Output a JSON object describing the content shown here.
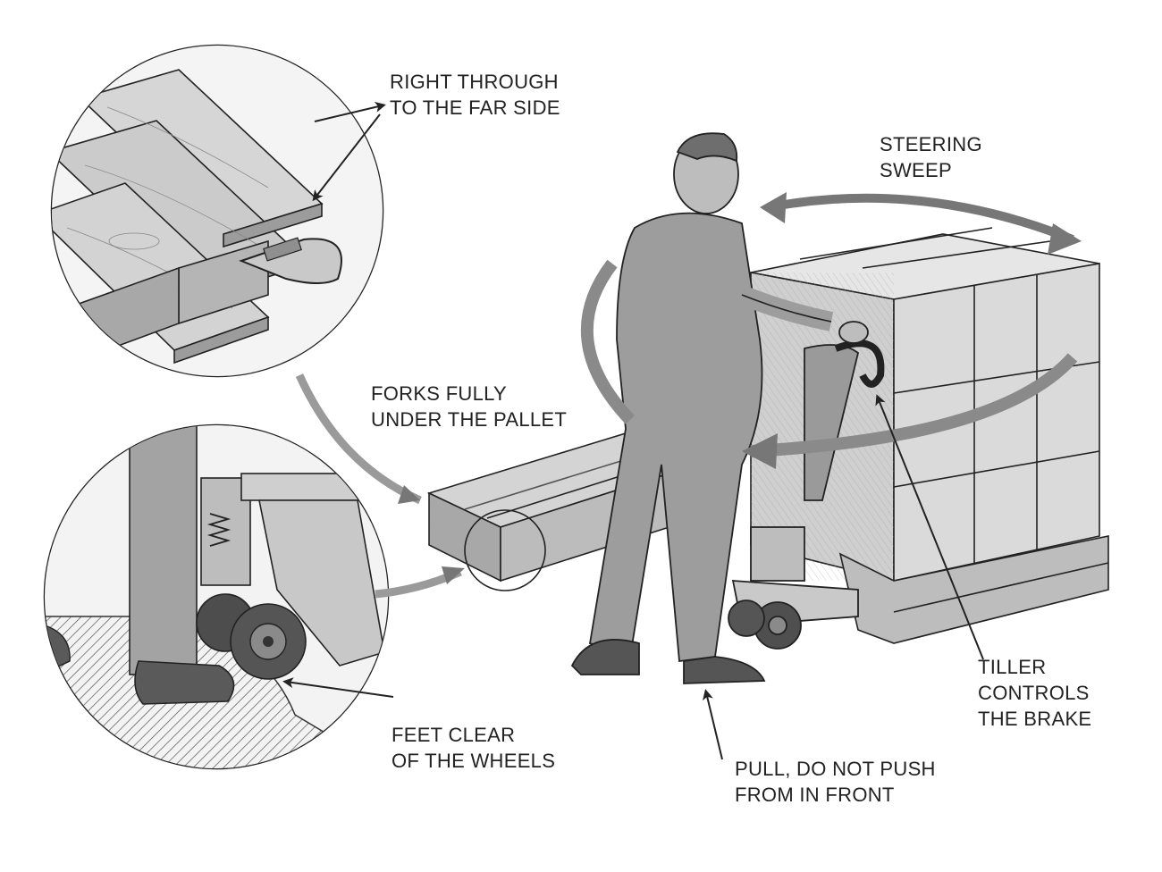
{
  "callouts": {
    "far_side": {
      "line1": "RIGHT THROUGH",
      "line2": "TO THE FAR SIDE"
    },
    "steering": {
      "line1": "STEERING",
      "line2": "SWEEP"
    },
    "forks": {
      "line1": "FORKS FULLY",
      "line2": "UNDER THE PALLET"
    },
    "tiller": {
      "line1": "TILLER",
      "line2": "CONTROLS",
      "line3": "THE BRAKE"
    },
    "feet": {
      "line1": "FEET CLEAR",
      "line2": "OF THE WHEELS"
    },
    "pull": {
      "line1": "PULL, DO NOT PUSH",
      "line2": "FROM IN FRONT"
    }
  },
  "palette": {
    "ink": "#222222",
    "arrow_fill": "#8a8a8a",
    "wood": "#cfcfcf",
    "box": "#dcdcdc",
    "clothing": "#9a9a9a",
    "floor_hatch": "#555555"
  }
}
